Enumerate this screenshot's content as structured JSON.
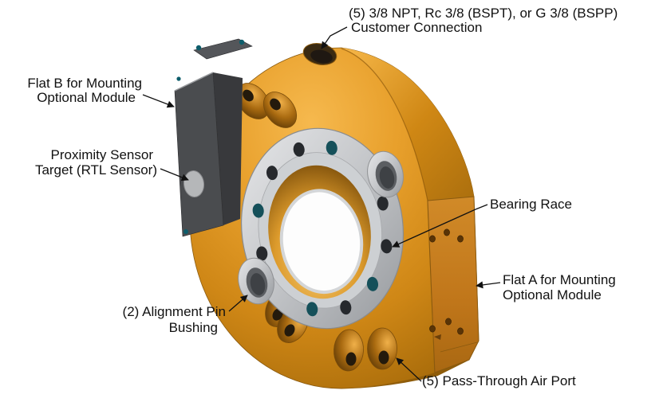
{
  "diagram": {
    "labels": {
      "customer_connection": {
        "line1": "(5) 3/8 NPT, Rc 3/8 (BSPT), or G 3/8 (BSPP)",
        "line2": "Customer Connection"
      },
      "flat_b": {
        "line1": "Flat B for Mounting",
        "line2": "Optional Module"
      },
      "proximity_sensor": {
        "line1": "Proximity Sensor",
        "line2": "Target (RTL Sensor)"
      },
      "bearing_race": {
        "label": "Bearing Race"
      },
      "flat_a": {
        "line1": "Flat A for Mounting",
        "line2": "Optional Module"
      },
      "alignment_pin": {
        "line1": "(2) Alignment Pin",
        "line2": "Bushing"
      },
      "pass_through_air_port": {
        "label": "(5) Pass-Through Air Port"
      }
    },
    "colors": {
      "body_gold": "#DD9222",
      "body_gold_dark": "#A86C0C",
      "flat_face_gold": "#C67C1E",
      "bearing_silver": "#C7C9CC",
      "module_gray": "#4A4C4F",
      "sensor_target_gray": "#B5B7B9",
      "screw_teal": "#0D5D6B",
      "background": "#FFFFFF",
      "text": "#111111"
    }
  }
}
